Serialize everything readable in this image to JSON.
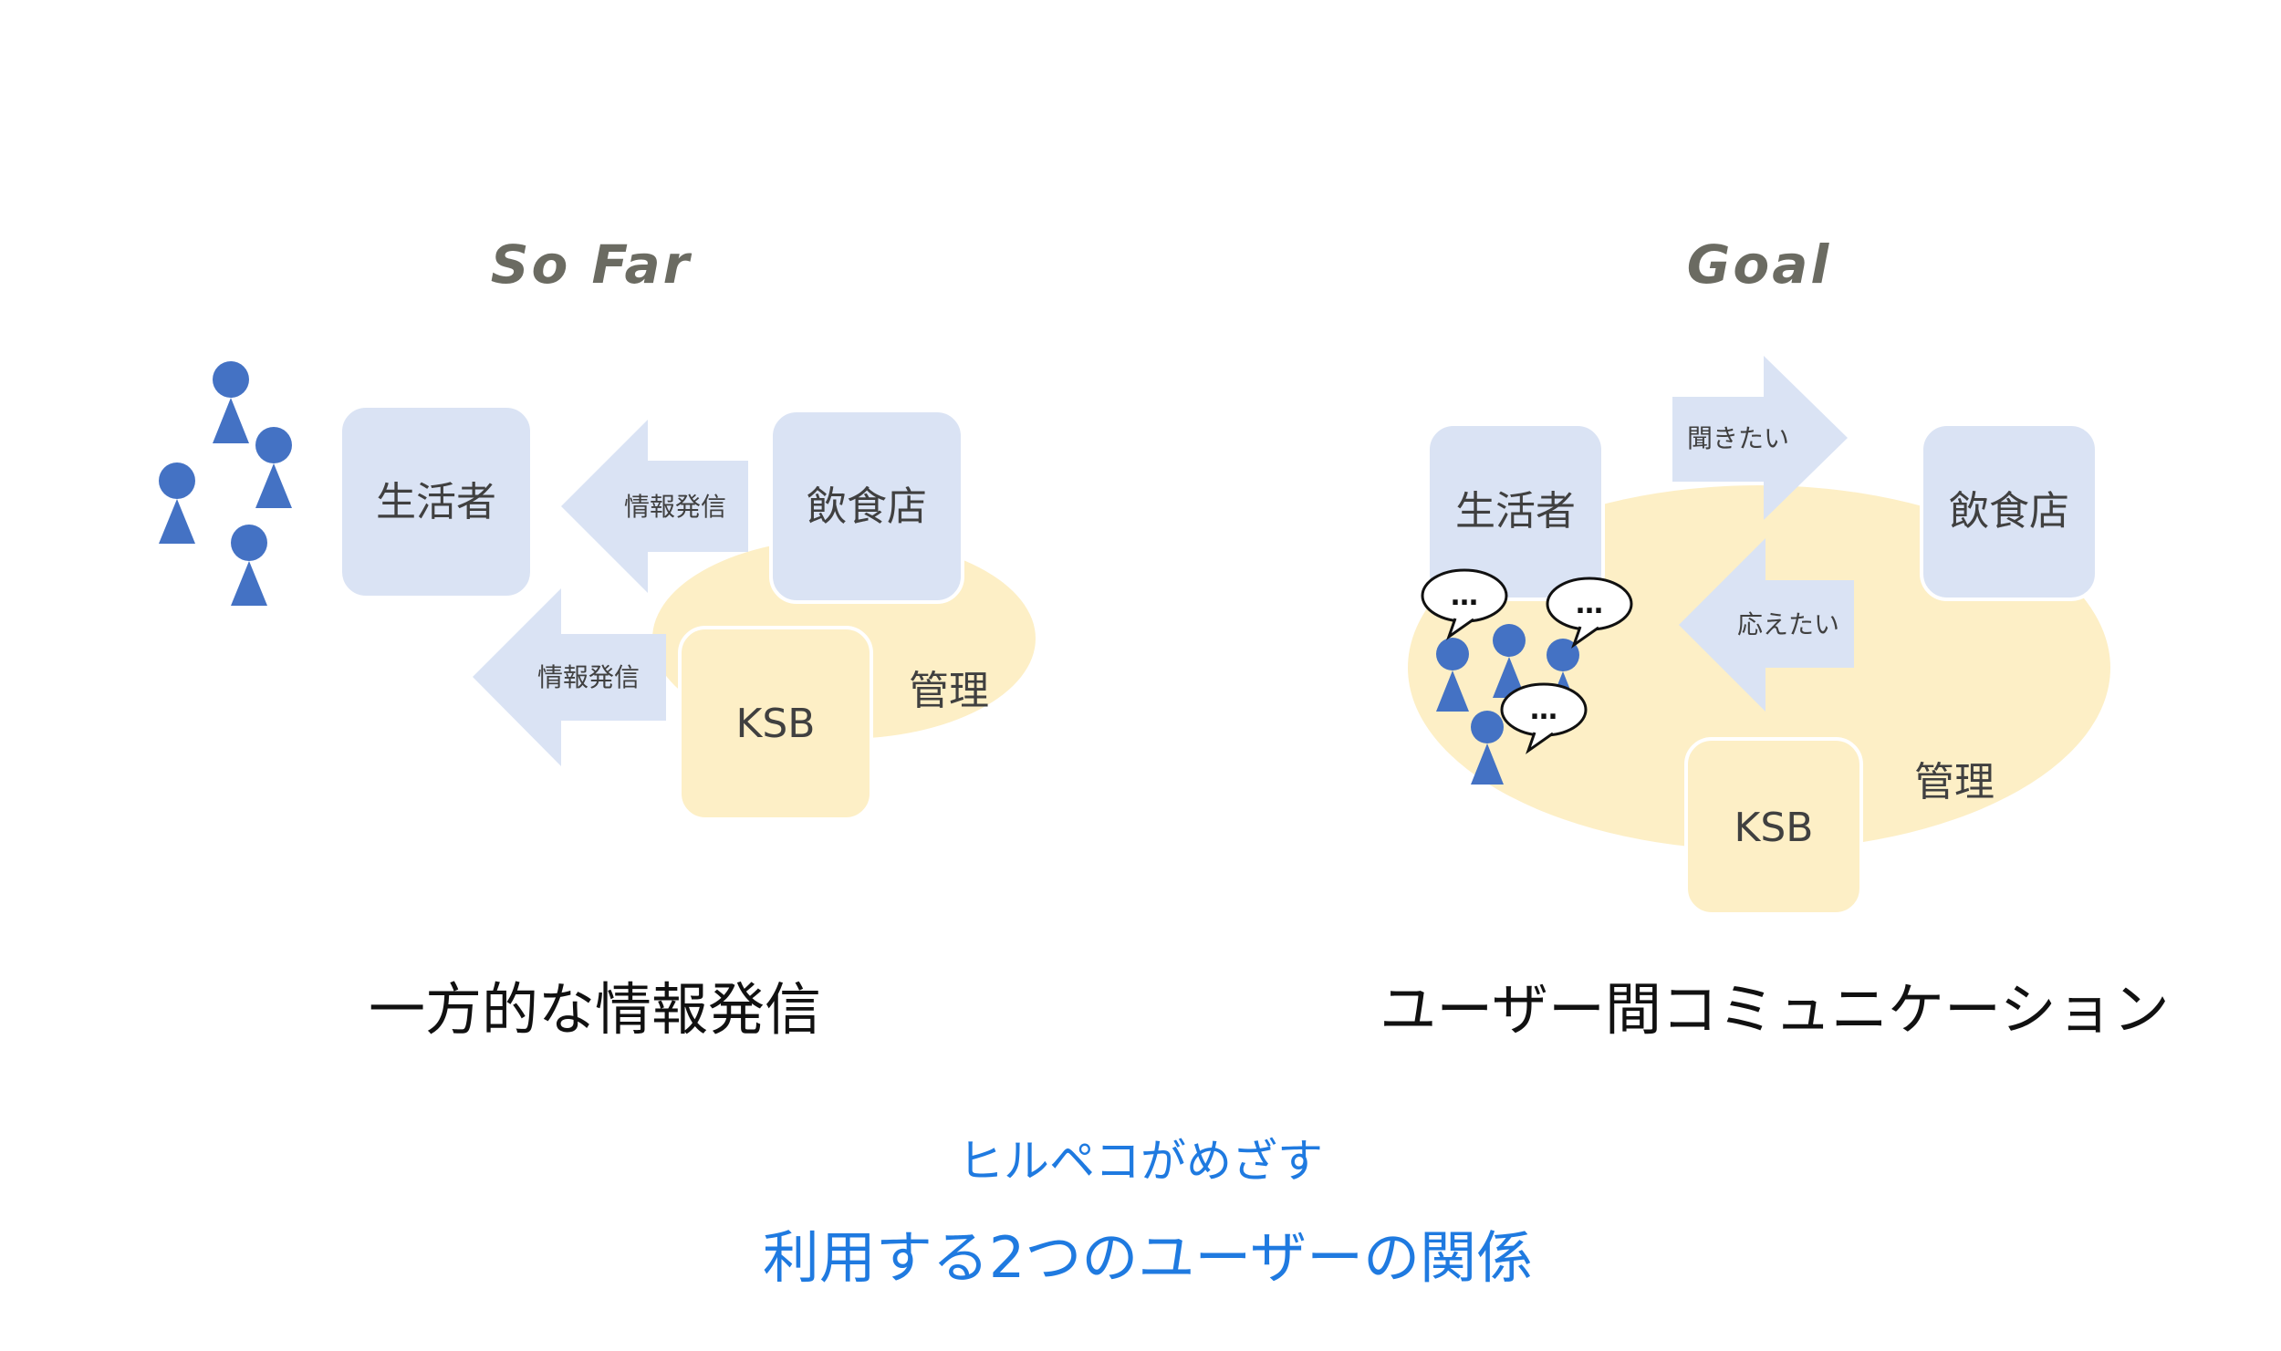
{
  "left": {
    "title": "So Far",
    "consumer": "生活者",
    "restaurant": "飲食店",
    "ksb": "KSB",
    "manage": "管理",
    "arrow_top": "情報発信",
    "arrow_bottom": "情報発信",
    "caption": "一方的な情報発信"
  },
  "right": {
    "title": "Goal",
    "consumer": "生活者",
    "restaurant": "飲食店",
    "ksb": "KSB",
    "manage": "管理",
    "arrow_right": "聞きたい",
    "arrow_left": "応えたい",
    "bubble_text": "…",
    "caption": "ユーザー間コミュニケーション"
  },
  "bottom": {
    "subtitle": "ヒルペコがめざす",
    "title": "利用する2つのユーザーの関係"
  },
  "colors": {
    "person": "#4472c4",
    "box_blue": "#dae3f4",
    "box_yellow": "#fdefc6",
    "accent_text": "#1f7ae0",
    "title_gray": "#6b6b62"
  }
}
